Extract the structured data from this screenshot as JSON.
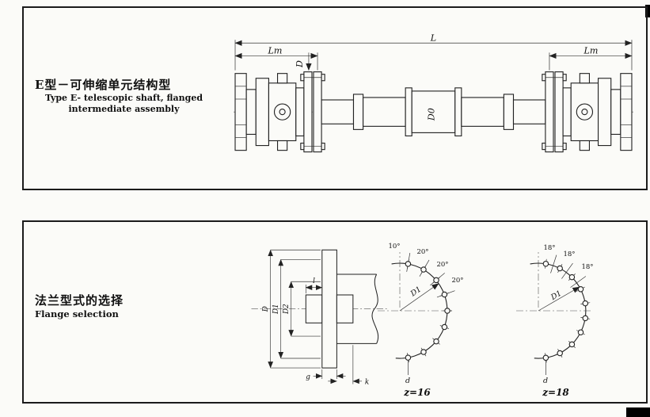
{
  "top_panel": {
    "title_zh": "E型－可伸缩单元结构型",
    "title_en_line1": "Type E- telescopic shaft, flanged",
    "title_en_line2": "intermediate assembly",
    "dims": {
      "L": "L",
      "Lm_left": "Lm",
      "Lm_right": "Lm",
      "D": "D",
      "D0": "D0"
    }
  },
  "bottom_panel": {
    "title_zh": "法兰型式的选择",
    "title_en": "Flange selection",
    "section": {
      "D": "D",
      "D1": "D1",
      "D2": "D2",
      "l": "l",
      "g": "g",
      "k": "k"
    },
    "flange16": {
      "caption": "z=16",
      "angles": [
        "10°",
        "20°",
        "20°",
        "20°"
      ],
      "D1": "D1",
      "d": "d"
    },
    "flange18": {
      "caption": "z=18",
      "angles": [
        "18°",
        "18°",
        "18°"
      ],
      "D1": "D1",
      "d": "d"
    }
  }
}
